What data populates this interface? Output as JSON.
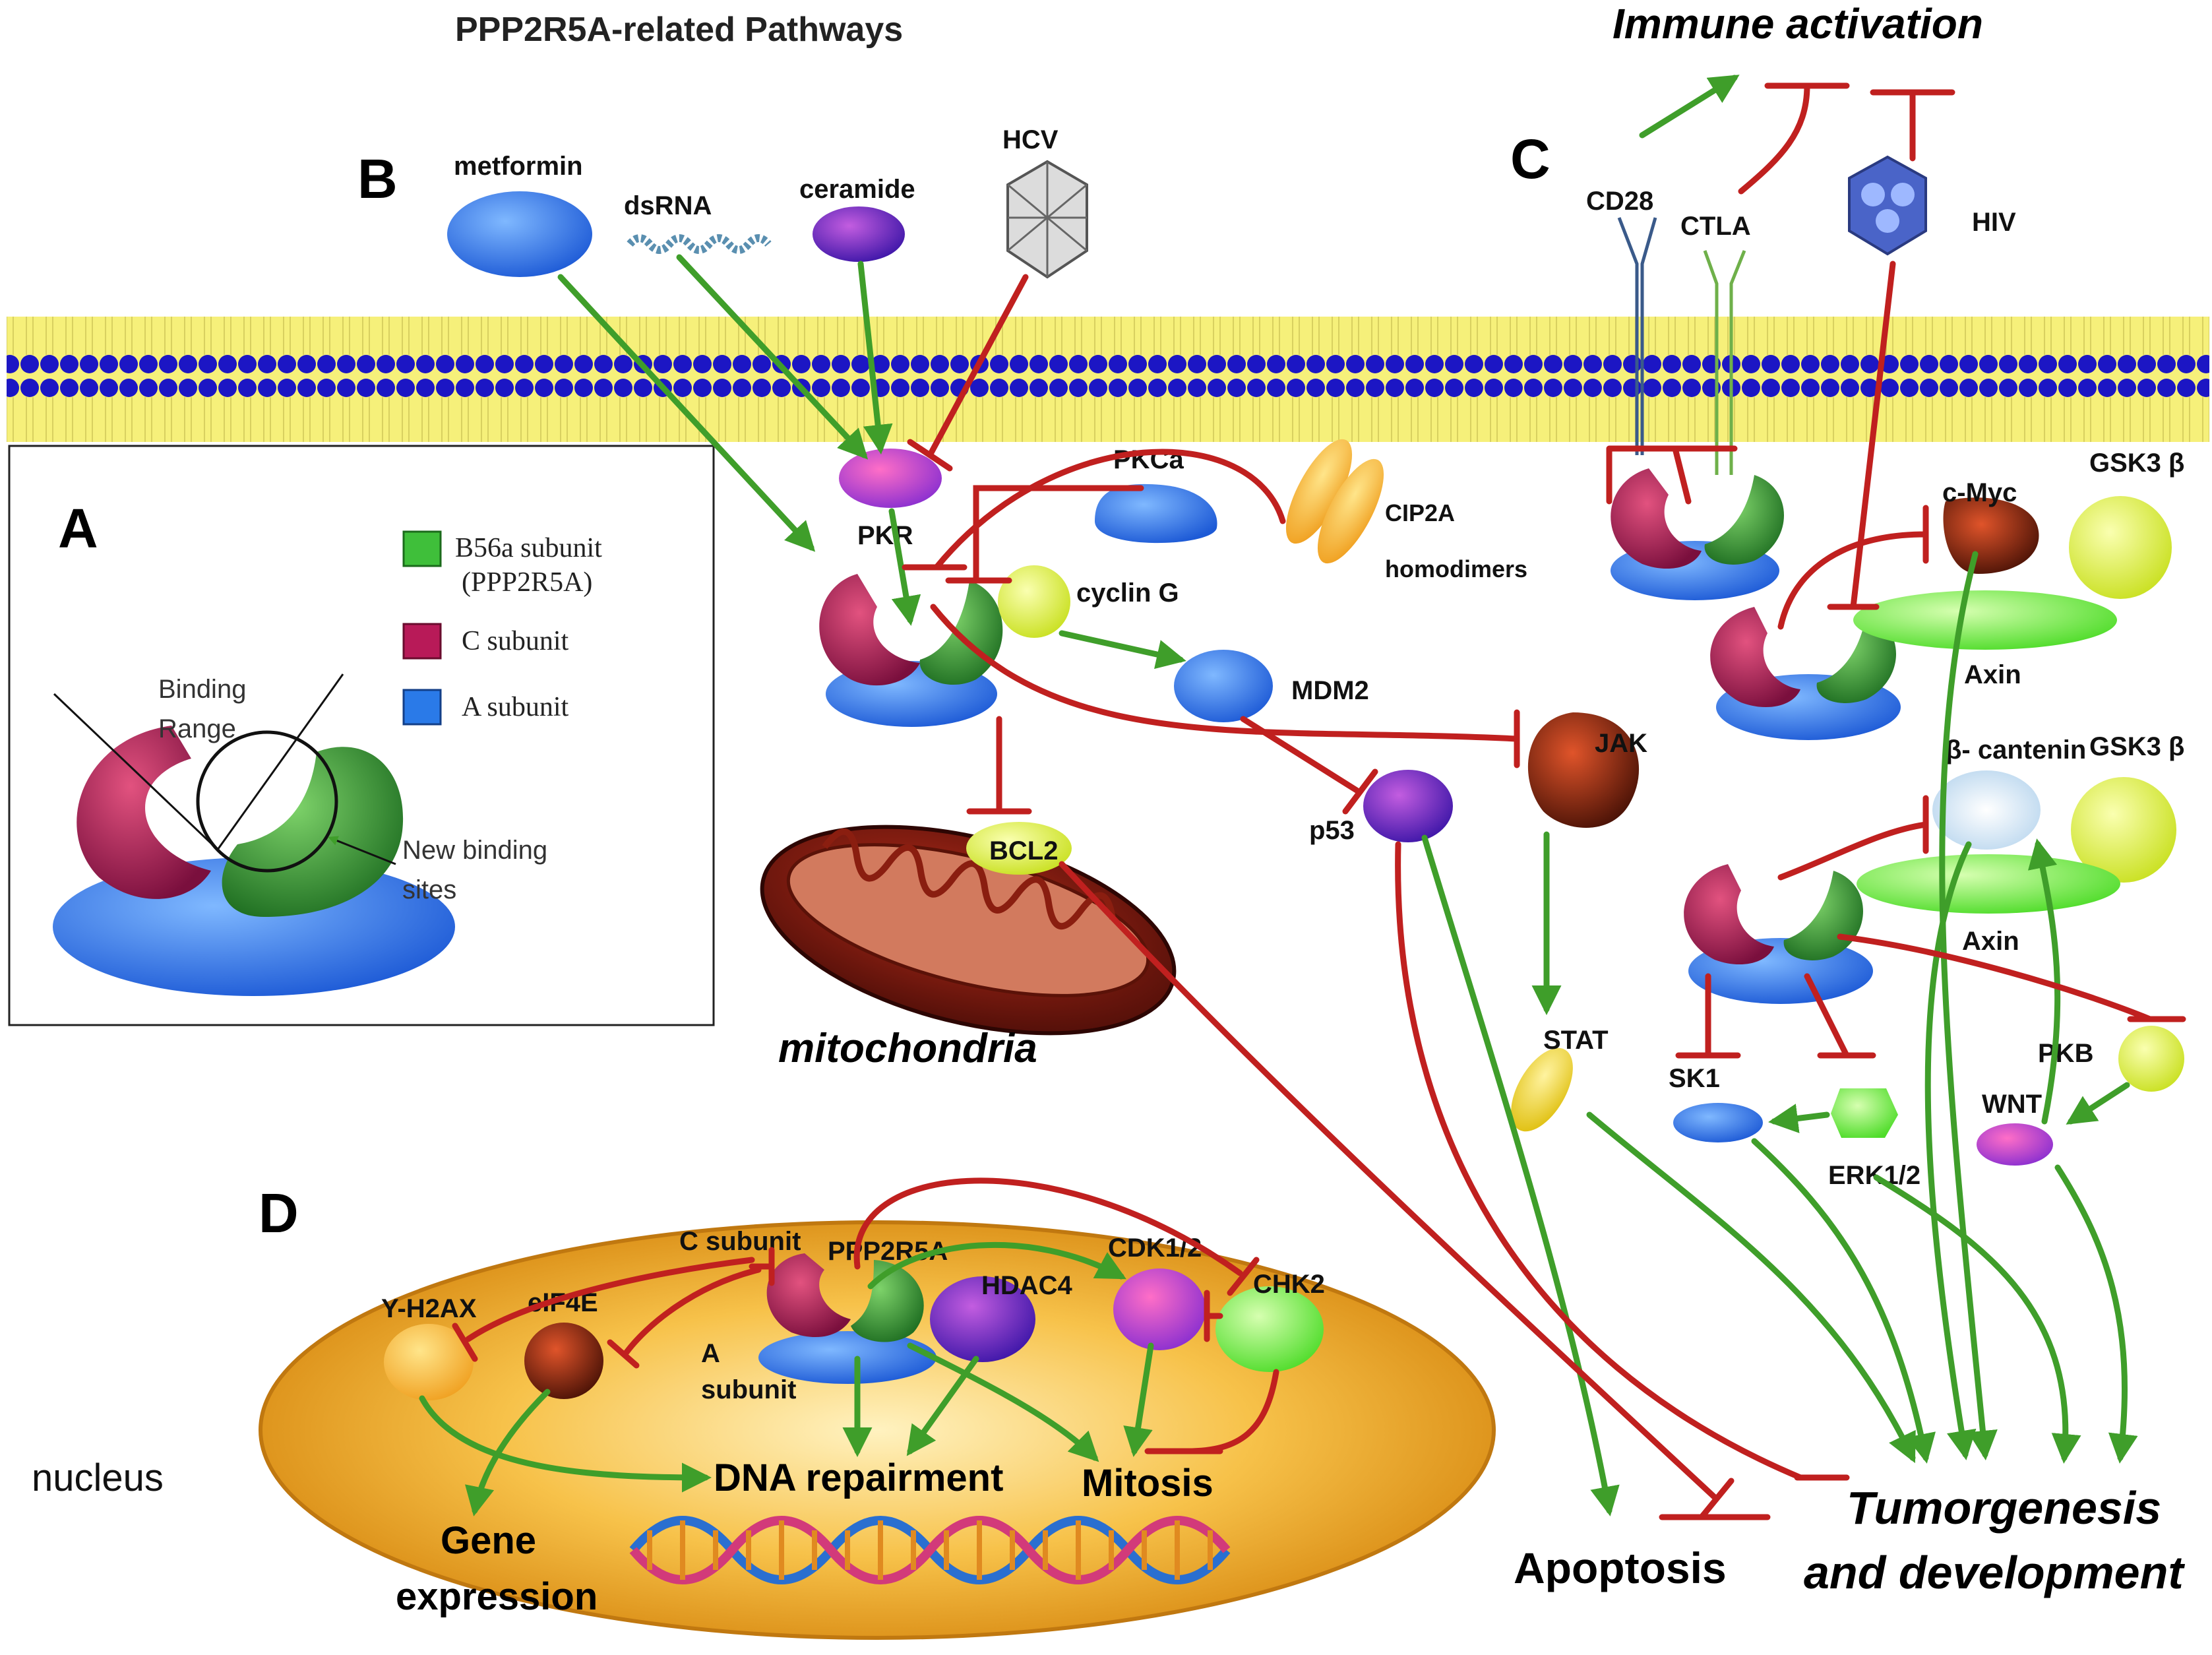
{
  "title": "PPP2R5A-related Pathways",
  "top_right_title": "Immune activation",
  "panels": {
    "a": "A",
    "b": "B",
    "c": "C",
    "d": "D"
  },
  "legend": {
    "b56a_line1": "B56a subunit",
    "b56a_line2": "(PPP2R5A)",
    "c_subunit": "C subunit",
    "a_subunit": "A subunit"
  },
  "panel_a": {
    "binding_range_line1": "Binding",
    "binding_range_line2": "Range",
    "new_binding_line1": "New binding",
    "new_binding_line2": "sites"
  },
  "panel_b": {
    "metformin": "metformin",
    "dsrna": "dsRNA",
    "ceramide": "ceramide",
    "hcv": "HCV",
    "pkr": "PKR",
    "pkca": "PKCa",
    "cip2a_line1": "CIP2A",
    "cip2a_line2": "homodimers",
    "cyclin_g": "cyclin G",
    "mdm2": "MDM2",
    "jak": "JAK",
    "p53": "p53",
    "bcl2": "BCL2",
    "mitochondria": "mitochondria",
    "stat": "STAT"
  },
  "panel_c": {
    "cd28": "CD28",
    "ctla": "CTLA",
    "hiv": "HIV",
    "c_myc": "c-Myc",
    "gsk3b_1": "GSK3 β",
    "axin_1": "Axin",
    "beta_catenin": "β- cantenin",
    "gsk3b_2": "GSK3 β",
    "axin_2": "Axin",
    "sk1": "SK1",
    "erk": "ERK1/2",
    "pkb": "PKB",
    "wnt": "WNT"
  },
  "panel_d": {
    "nucleus": "nucleus",
    "c_subunit": "C subunit",
    "ppp2r5a": "PPP2R5A",
    "hdac4": "HDAC4",
    "cdk": "CDK1/2",
    "chk2": "CHK2",
    "yh2ax": "Y-H2AX",
    "eif4e": "eIF4E",
    "a_subunit_line1": "A",
    "a_subunit_line2": "subunit",
    "dna_repair": "DNA repairment",
    "mitosis": "Mitosis",
    "gene_line1": "Gene",
    "gene_line2": "expression"
  },
  "outcomes": {
    "apoptosis": "Apoptosis",
    "tumor_line1": "Tumorgenesis",
    "tumor_line2": "and development"
  },
  "colors": {
    "activation": "#3f9e2a",
    "inhibition": "#c0201f",
    "b56a": "#2f8f2f",
    "c_subunit": "#a01850",
    "a_subunit": "#2a6fe0",
    "membrane_head": "#1a14c8",
    "membrane_tail": "#f4ee6a"
  }
}
